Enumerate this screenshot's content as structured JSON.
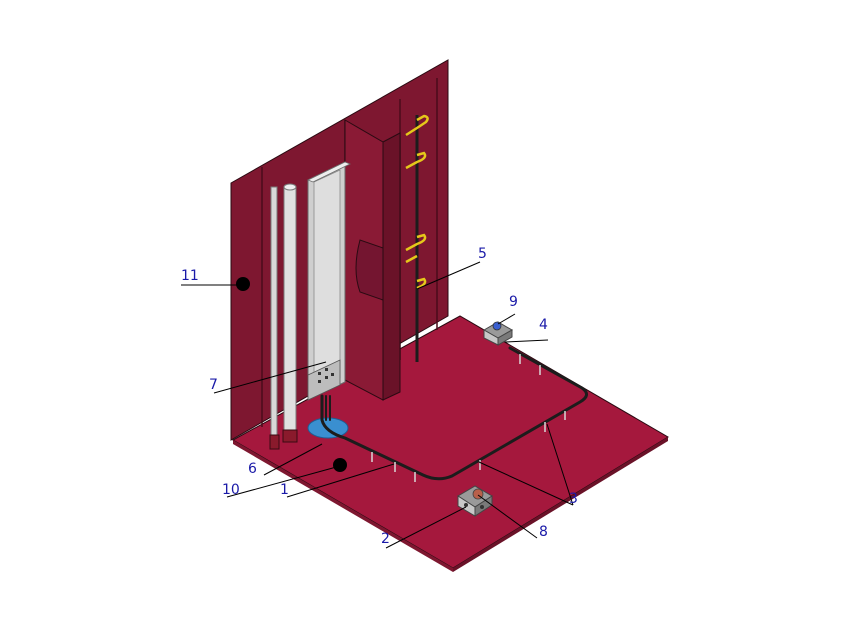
{
  "colors": {
    "wall": "#7e1730",
    "wall_dark": "#6a1228",
    "floor": "#a5183d",
    "edge": "#2a0a12",
    "rail": "#d8d8d8",
    "panel": "#cfcfcf",
    "cable": "#1c1c1c",
    "ladder": "#e5c81a",
    "base_disc": "#3a8fd0",
    "callout": "#1a1aa8",
    "hole": "#000000"
  },
  "icons": {
    "hole": "black-circle-marker",
    "fixture": "cable-gland-fixture"
  },
  "callouts": [
    {
      "id": "1",
      "label": "1"
    },
    {
      "id": "2",
      "label": "2"
    },
    {
      "id": "3",
      "label": "3"
    },
    {
      "id": "4",
      "label": "4"
    },
    {
      "id": "5",
      "label": "5"
    },
    {
      "id": "6",
      "label": "6"
    },
    {
      "id": "7",
      "label": "7"
    },
    {
      "id": "8",
      "label": "8"
    },
    {
      "id": "9",
      "label": "9"
    },
    {
      "id": "10",
      "label": "10"
    },
    {
      "id": "11",
      "label": "11"
    }
  ]
}
